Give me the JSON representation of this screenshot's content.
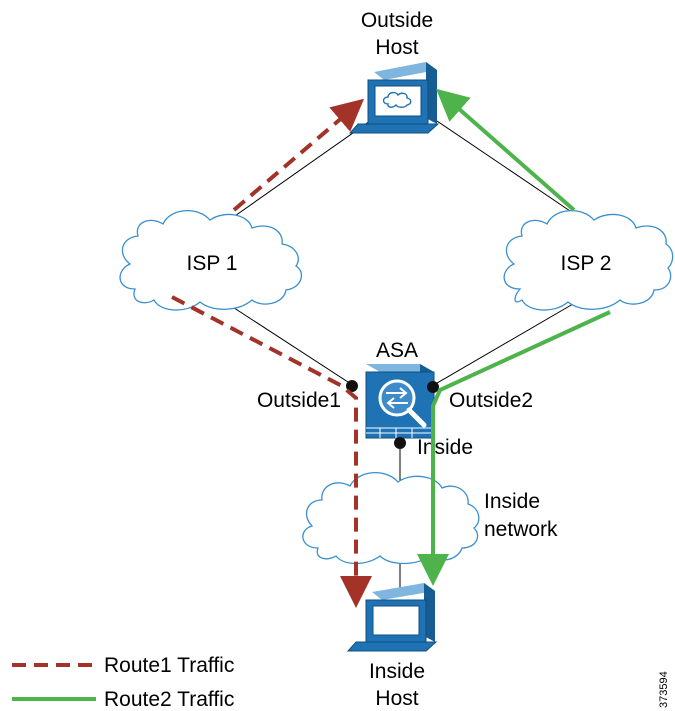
{
  "nodes": {
    "outside_host": {
      "line1": "Outside",
      "line2": "Host"
    },
    "isp1": {
      "label": "ISP 1"
    },
    "isp2": {
      "label": "ISP 2"
    },
    "asa": {
      "label": "ASA"
    },
    "outside1": {
      "label": "Outside1"
    },
    "outside2": {
      "label": "Outside2"
    },
    "inside": {
      "label": "Inside"
    },
    "inside_network": {
      "line1": "Inside",
      "line2": "network"
    },
    "inside_host": {
      "line1": "Inside",
      "line2": "Host"
    }
  },
  "legend": {
    "route1": {
      "label": "Route1 Traffic",
      "color": "#a33228",
      "style": "dashed"
    },
    "route2": {
      "label": "Route2 Traffic",
      "color": "#4db34a",
      "style": "solid"
    }
  },
  "figure_id": "373594",
  "colors": {
    "device_blue": "#1f73b5",
    "cloud_outline": "#3a8fd0",
    "route1": "#a33228",
    "route2": "#4db34a"
  }
}
